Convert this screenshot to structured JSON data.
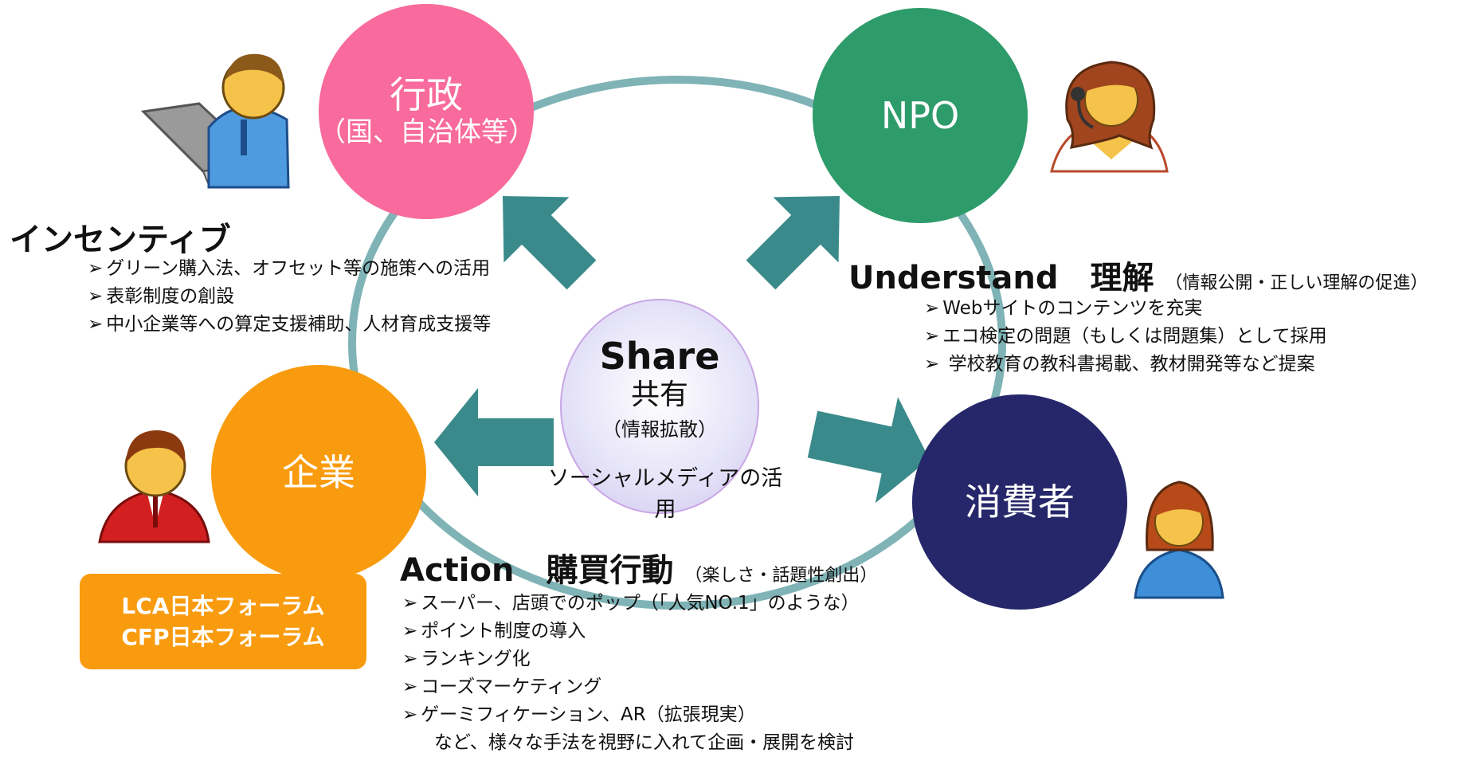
{
  "nodes": {
    "gyosei": {
      "line1": "行政",
      "line2": "（国、自治体等）",
      "color": "#F86B9C"
    },
    "npo": {
      "line1": "NPO",
      "color": "#2E9B6A"
    },
    "kigyo": {
      "line1": "企業",
      "color": "#F99B0E"
    },
    "shohisha": {
      "line1": "消費者",
      "color": "#26276A"
    }
  },
  "center": {
    "title": "Share",
    "subtitle": "共有",
    "note": "（情報拡散）",
    "caption": "ソーシャルメディアの活用"
  },
  "incentive": {
    "heading": "インセンティブ",
    "items": [
      "グリーン購入法、オフセット等の施策への活用",
      "表彰制度の創設",
      "中小企業等への算定支援補助、人材育成支援等"
    ]
  },
  "understand": {
    "heading": "Understand　理解",
    "sub": "（情報公開・正しい理解の促進）",
    "items": [
      "Webサイトのコンテンツを充実",
      "エコ検定の問題（もしくは問題集）として採用",
      " 学校教育の教科書掲載、教材開発等など提案"
    ]
  },
  "action": {
    "heading": "Action　購買行動",
    "sub": "（楽しさ・話題性創出）",
    "items": [
      "スーパー、店頭でのポップ（「人気NO.1」のような）",
      "ポイント制度の導入",
      "ランキング化",
      "コーズマーケティング",
      "ゲーミフィケーション、AR（拡張現実）"
    ],
    "tail": "など、様々な手法を視野に入れて企画・展開を検討"
  },
  "forum": {
    "line1": "LCA日本フォーラム",
    "line2": "CFP日本フォーラム",
    "color": "#F99B0E"
  },
  "colors": {
    "ring": "#7FB3B6",
    "arrow": "#3A8A8B",
    "center_fill": "#E6E4F8",
    "center_border": "#C9A6E6"
  },
  "icons": [
    "laptop-man-icon",
    "headset-woman-icon",
    "businessman-icon",
    "woman-user-icon"
  ]
}
